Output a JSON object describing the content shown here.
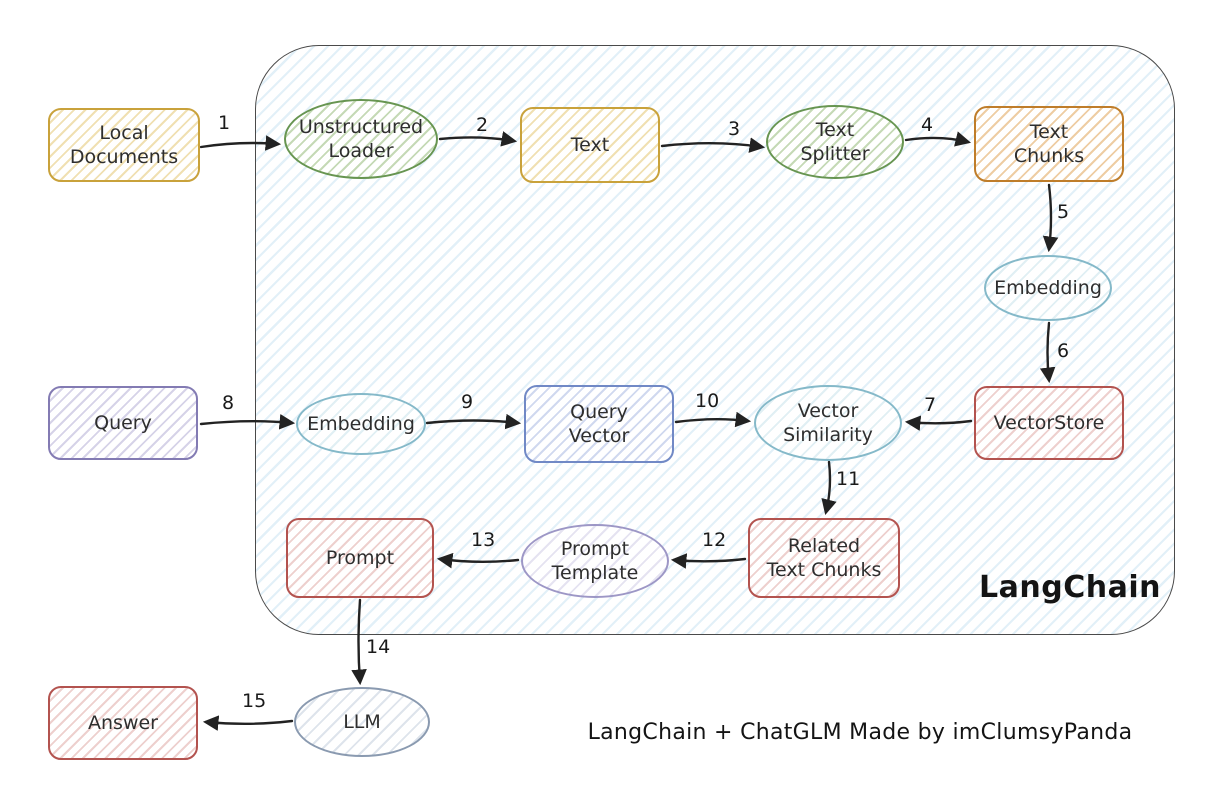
{
  "container": {
    "label": "LangChain"
  },
  "caption": "LangChain + ChatGLM Made by imClumsyPanda",
  "palette": {
    "yellow": "#c9a23b",
    "green": "#679551",
    "orange": "#bf7d2a",
    "teal": "#85b9c9",
    "red": "#b3534f",
    "purple": "#837bb3",
    "blue": "#7189c6",
    "lavender": "#9d97c6",
    "gray_blue": "#8a9ab0",
    "container_hatch": "#add4ea",
    "stroke": "#222222"
  },
  "nodes": {
    "local_documents": {
      "label": "Local\nDocuments",
      "shape": "rect",
      "color": "#c9a23b"
    },
    "unstructured_loader": {
      "label": "Unstructured\nLoader",
      "shape": "ellipse",
      "color": "#679551"
    },
    "text": {
      "label": "Text",
      "shape": "rect",
      "color": "#c9a23b"
    },
    "text_splitter": {
      "label": "Text\nSplitter",
      "shape": "ellipse",
      "color": "#679551"
    },
    "text_chunks": {
      "label": "Text\nChunks",
      "shape": "rect",
      "color": "#bf7d2a"
    },
    "embedding_top": {
      "label": "Embedding",
      "shape": "ellipse",
      "color": "#85b9c9"
    },
    "vectorstore": {
      "label": "VectorStore",
      "shape": "rect",
      "color": "#b3534f"
    },
    "query": {
      "label": "Query",
      "shape": "rect",
      "color": "#837bb3"
    },
    "embedding_mid": {
      "label": "Embedding",
      "shape": "ellipse",
      "color": "#85b9c9"
    },
    "query_vector": {
      "label": "Query\nVector",
      "shape": "rect",
      "color": "#7189c6"
    },
    "vector_similarity": {
      "label": "Vector\nSimilarity",
      "shape": "ellipse",
      "color": "#85b9c9"
    },
    "related_text_chunks": {
      "label": "Related\nText Chunks",
      "shape": "rect",
      "color": "#b3534f"
    },
    "prompt_template": {
      "label": "Prompt\nTemplate",
      "shape": "ellipse",
      "color": "#9d97c6"
    },
    "prompt": {
      "label": "Prompt",
      "shape": "rect",
      "color": "#b3534f"
    },
    "llm": {
      "label": "LLM",
      "shape": "ellipse",
      "color": "#8a9ab0"
    },
    "answer": {
      "label": "Answer",
      "shape": "rect",
      "color": "#b3534f"
    }
  },
  "edges": {
    "e1": {
      "label": "1",
      "from": "local_documents",
      "to": "unstructured_loader"
    },
    "e2": {
      "label": "2",
      "from": "unstructured_loader",
      "to": "text"
    },
    "e3": {
      "label": "3",
      "from": "text",
      "to": "text_splitter"
    },
    "e4": {
      "label": "4",
      "from": "text_splitter",
      "to": "text_chunks"
    },
    "e5": {
      "label": "5",
      "from": "text_chunks",
      "to": "embedding_top"
    },
    "e6": {
      "label": "6",
      "from": "embedding_top",
      "to": "vectorstore"
    },
    "e7": {
      "label": "7",
      "from": "vectorstore",
      "to": "vector_similarity"
    },
    "e8": {
      "label": "8",
      "from": "query",
      "to": "embedding_mid"
    },
    "e9": {
      "label": "9",
      "from": "embedding_mid",
      "to": "query_vector"
    },
    "e10": {
      "label": "10",
      "from": "query_vector",
      "to": "vector_similarity"
    },
    "e11": {
      "label": "11",
      "from": "vector_similarity",
      "to": "related_text_chunks"
    },
    "e12": {
      "label": "12",
      "from": "related_text_chunks",
      "to": "prompt_template"
    },
    "e13": {
      "label": "13",
      "from": "prompt_template",
      "to": "prompt"
    },
    "e14": {
      "label": "14",
      "from": "prompt",
      "to": "llm"
    },
    "e15": {
      "label": "15",
      "from": "llm",
      "to": "answer"
    }
  }
}
